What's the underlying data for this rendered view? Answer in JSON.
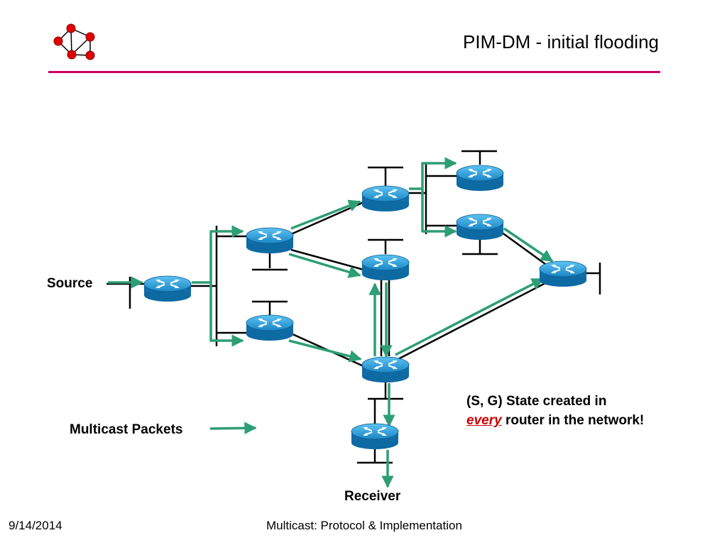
{
  "slide": {
    "title": "PIM-DM - initial flooding"
  },
  "labels": {
    "source": "Source",
    "receiver": "Receiver",
    "legend": "Multicast Packets"
  },
  "note": {
    "line1": "(S, G) State created in",
    "emphasis": "every",
    "line2_rest": " router in the network!"
  },
  "footer": {
    "date": "9/14/2014",
    "center": "Multicast: Protocol & Implementation"
  },
  "colors": {
    "accent_rule": "#cc0066",
    "logo_node": "#e00000",
    "router_body": "#1f8fc9",
    "packet_arrow": "#2e9e74",
    "emphasis": "#cc0000"
  }
}
